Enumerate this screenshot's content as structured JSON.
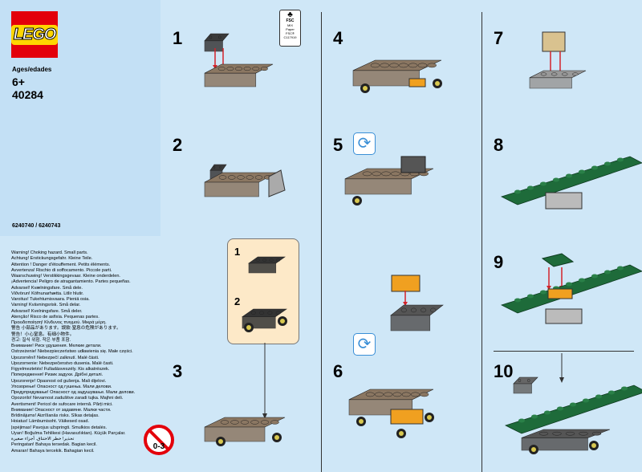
{
  "brand": "LEGO",
  "ages_label": "Ages/edades",
  "age": "6+",
  "set_number": "40284",
  "element_ids": "6240740 / 6240743",
  "fsc": {
    "title": "FSC",
    "line1": "MIX",
    "line2": "Paper",
    "code": "FSC® C117919"
  },
  "warnings": [
    "Warning! Choking hazard. Small parts.",
    "Achtung! Erstickungsgefahr. Kleine Teile.",
    "Attention ! Danger d'étouffement. Petits éléments.",
    "Avvertenza! Rischio di soffocamento. Piccole parti.",
    "Waarschuwing! Verstikkingsgevaar. Kleine onderdelen.",
    "¡Advertencia! Peligro de atragantamiento. Partes pequeñas.",
    "Advarsel! Kvælningsfare. Små dele.",
    "Viðvörun! Köfnunarhætta. Litlir hlutir.",
    "Varoitus! Tukehtumisvaara. Pieniä osia.",
    "Varning! Kvävningsrisk. Små delar.",
    "Advarsel! Kvelningsfare. Små deler.",
    "Atenção! Risco de asfixia. Pequenas partes.",
    "Προειδοποίηση! Κίνδυνος πνιγμού. Μικρά μέρη.",
    "警告 小部品があります。誤飲·窒息の危険があります。",
    "警告！小心窒息。有细小物件。",
    "경고: 질식 위험. 작은 부품 포함.",
    "Внимание! Риск удушения. Мелкие детали.",
    "Ostrzeżenie! Niebezpieczeństwo udławienia się. Małe części.",
    "Upozornění! Nebezpečí zalknutí. Malé části.",
    "Upozornenie: Nebezpečenstvo dusenia. Malé časti.",
    "Figyelmeztetés! Fulladásveszély. Kis alkatrészek.",
    "Попередження! Ризик задухи. Дрібні деталі.",
    "Upozorenje! Opasnost od gušenja. Mali dijelovi.",
    "Упозорење! Опасност од гушења. Мали делови.",
    "Предупредување! Опасност од задушување. Мали делови.",
    "Opozorilo! Nevarnost zadušitve zaradi tujka. Majhni deli.",
    "Avertisment! Pericol de sufocare internă. Părți mici.",
    "Внимание! Опасност от задавяне. Малки части.",
    "Brīdinājums! Aizrīšanās risks. Sīkas detaļas.",
    "Hoiatus! Lämbumisoht. Väikesed osad.",
    "Įspėjimas! Pavojus užspringti. Smulkios detalės.",
    "Uyarı! Boğulma Tehlikesi (Havasızlıktan). Küçük Parçalar.",
    "تحذير! خطر الاختناق. أجزاء صغيرة",
    "Peringatan! Bahaya tersedak. Bagian kecil.",
    "Amaran! Bahaya tercekik. Bahagian kecil."
  ],
  "age_warning_icon": {
    "label": "0-3",
    "icon": "no-under-3-icon",
    "color": "#e3000b"
  },
  "steps": [
    "1",
    "2",
    "3",
    "4",
    "5",
    "6",
    "7",
    "8",
    "9",
    "10"
  ],
  "substeps": [
    "1",
    "2"
  ],
  "rotate_icon": "rotate-model-icon",
  "colors": {
    "background": "#cfe7f7",
    "panel": "#c3e0f5",
    "subassembly": "#fde9c8",
    "dark_green": "#1e6b3a",
    "tan": "#8b7762",
    "dark_gray": "#3a3a3a",
    "orange": "#f0a020",
    "red_arrow": "#d2232a"
  }
}
